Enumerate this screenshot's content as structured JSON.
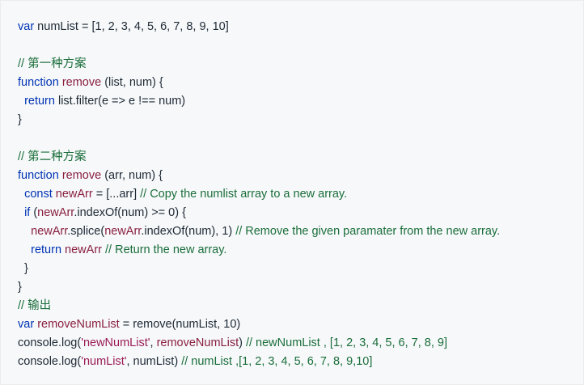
{
  "code": {
    "lines": [
      "var numList = [1, 2, 3, 4, 5, 6, 7, 8, 9, 10]",
      "",
      "// 第一种方案",
      "function remove (list, num) {",
      "  return list.filter(e => e !== num)",
      "}",
      "",
      "// 第二种方案",
      "function remove (arr, num) {",
      "  const newArr = [...arr] // Copy the numlist array to a new array.",
      "  if (newArr.indexOf(num) >= 0) {",
      "    newArr.splice(newArr.indexOf(num), 1) // Remove the given paramater from the new array.",
      "    return newArr // Return the new array.",
      "  }",
      "}",
      "// 输出",
      "var removeNumList = remove(numList, 10)",
      "console.log('newNumList', removeNumList) // newNumList , [1, 2, 3, 4, 5, 6, 7, 8, 9]",
      "console.log('numList', numList) // numList ,[1, 2, 3, 4, 5, 6, 7, 8, 9,10]"
    ]
  },
  "colors": {
    "keyword": "#0033b3",
    "function_name": "#8a1f3f",
    "string": "#9a1b55",
    "comment": "#1b6e3a",
    "plain": "#1f2a35",
    "background": "#f6f8fa"
  }
}
